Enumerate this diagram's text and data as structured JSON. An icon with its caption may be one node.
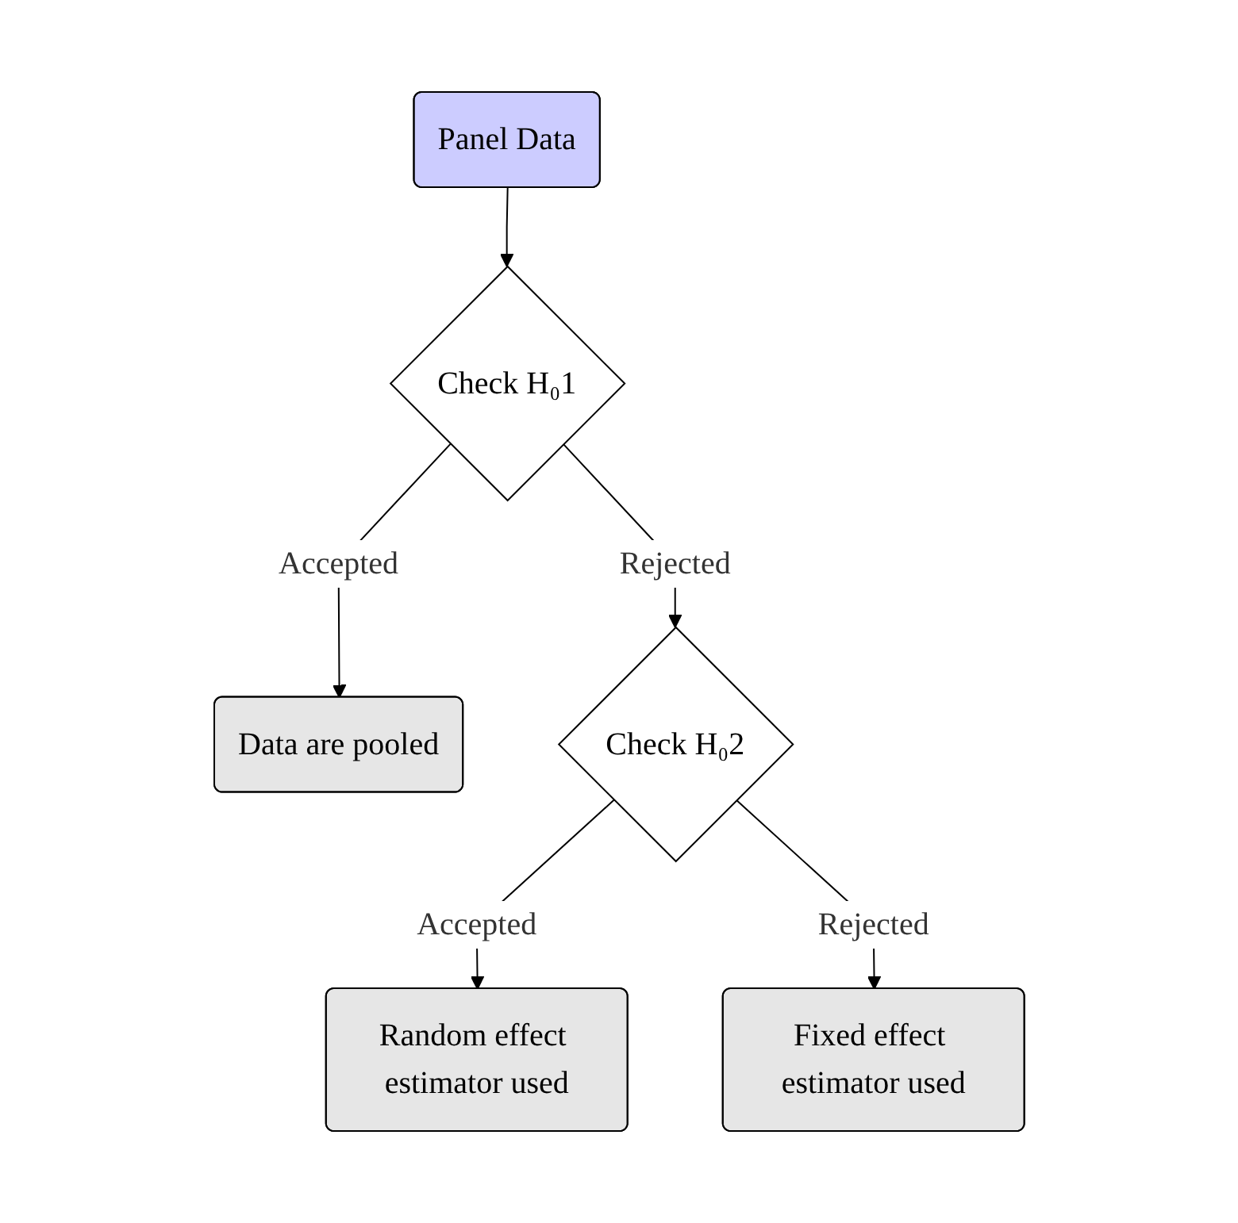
{
  "diagram": {
    "nodes": [
      {
        "text": [
          "Panel Data"
        ]
      },
      {
        "text": [
          "Check H₀1"
        ]
      },
      {
        "text": [
          "Data are pooled"
        ]
      },
      {
        "text": [
          "Check H₀2"
        ]
      },
      {
        "text": [
          "Random effect estimator used"
        ]
      },
      {
        "text": [
          "Fixed effect estimator used"
        ]
      }
    ],
    "edges": [
      {
        "from": 0,
        "to": 1,
        "arrow": "to"
      },
      {
        "from": 1,
        "to": 2,
        "arrow": "to",
        "label": "Accepted"
      },
      {
        "from": 1,
        "to": 3,
        "arrow": "to",
        "label": "Rejected"
      },
      {
        "from": 3,
        "to": 4,
        "arrow": "to",
        "label": "Accepted"
      },
      {
        "from": 3,
        "to": 5,
        "arrow": "to",
        "label": "Rejected"
      }
    ]
  }
}
